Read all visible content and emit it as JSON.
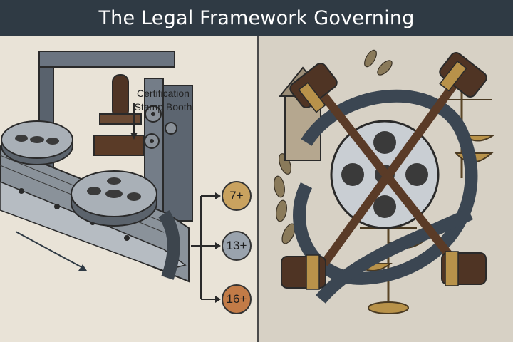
{
  "header": {
    "title": "The Legal Framework Governing"
  },
  "left_panel": {
    "booth_label": [
      "Certification",
      "Stamp Booth"
    ],
    "ratings": [
      {
        "label": "7+",
        "color": "#c9a25f"
      },
      {
        "label": "13+",
        "color": "#9aa3ad"
      },
      {
        "label": "16+",
        "color": "#c27b47"
      }
    ]
  },
  "colors": {
    "header_bg": "#2f3a44",
    "left_bg": "#e9e3d7",
    "right_bg": "#d7d1c5",
    "metal": "#5f6873",
    "wood": "#5a3b27",
    "brass": "#b8924a"
  }
}
